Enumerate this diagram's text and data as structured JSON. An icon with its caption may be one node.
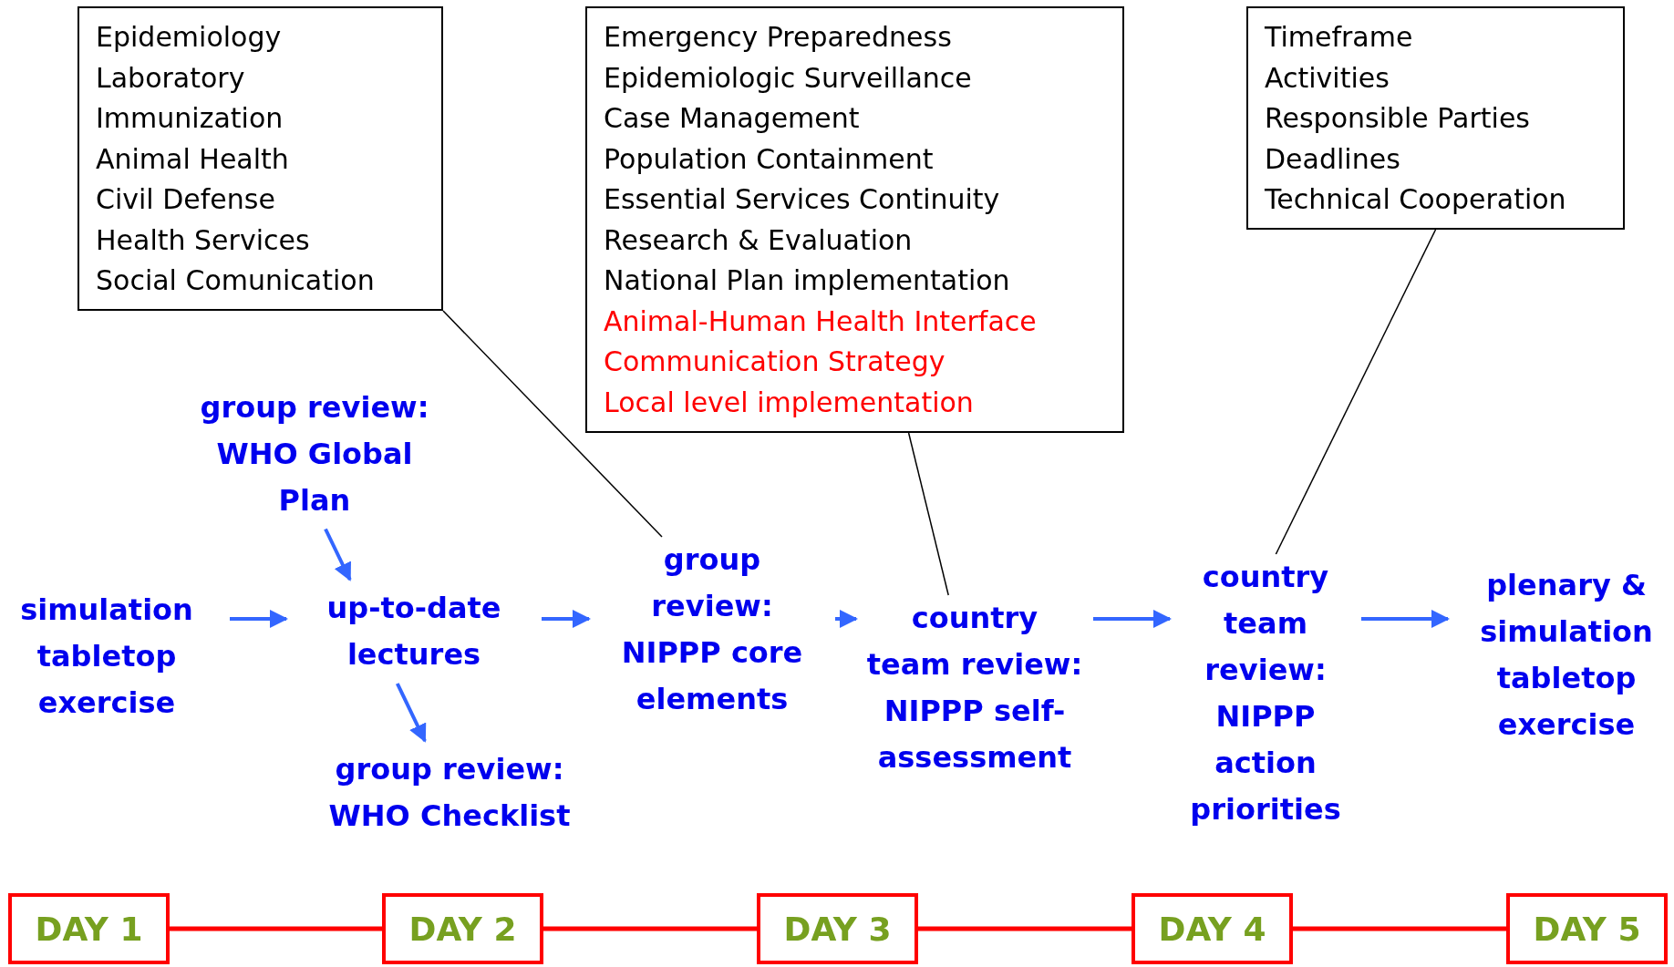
{
  "diagram": {
    "nodes": [
      {
        "text": [
          "Epidemiology",
          "Laboratory",
          "Immunization",
          "Animal Health",
          "Civil Defense",
          "Health Services",
          "Social Comunication"
        ]
      },
      {
        "text": [
          "Emergency Preparedness",
          "Epidemiologic Surveillance",
          "Case Management",
          "Population Containment",
          "Essential Services Continuity",
          "Research & Evaluation",
          "National Plan implementation",
          "Animal-Human Health Interface",
          "Communication Strategy",
          "Local level implementation"
        ]
      },
      {
        "text": [
          "Timeframe",
          "Activities",
          "Responsible Parties",
          "Deadlines",
          "Technical Cooperation"
        ]
      },
      {
        "text": [
          "simulation tabletop exercise"
        ]
      },
      {
        "text": [
          "group review: WHO Global Plan"
        ]
      },
      {
        "text": [
          "up-to-date lectures"
        ]
      },
      {
        "text": [
          "group review: WHO Checklist"
        ]
      },
      {
        "text": [
          "group review: NIPPP core elements"
        ]
      },
      {
        "text": [
          "country team review: NIPPP self-assessment"
        ]
      },
      {
        "text": [
          "country team review: NIPPP action priorities"
        ]
      },
      {
        "text": [
          "plenary & simulation tabletop exercise"
        ]
      },
      {
        "text": [
          "DAY 1"
        ]
      },
      {
        "text": [
          "DAY 2"
        ]
      },
      {
        "text": [
          "DAY 3"
        ]
      },
      {
        "text": [
          "DAY 4"
        ]
      },
      {
        "text": [
          "DAY 5"
        ]
      }
    ],
    "edges": [
      {
        "from": 3,
        "to": 5,
        "arrow": "to"
      },
      {
        "from": 4,
        "to": 5,
        "arrow": "to"
      },
      {
        "from": 5,
        "to": 6,
        "arrow": "to"
      },
      {
        "from": 5,
        "to": 7,
        "arrow": "to"
      },
      {
        "from": 7,
        "to": 8,
        "arrow": "to"
      },
      {
        "from": 8,
        "to": 9,
        "arrow": "to"
      },
      {
        "from": 9,
        "to": 10,
        "arrow": "to"
      },
      {
        "from": 0,
        "to": 7,
        "arrow": "none",
        "color": "#000000"
      },
      {
        "from": 1,
        "to": 8,
        "arrow": "none",
        "color": "#000000"
      },
      {
        "from": 2,
        "to": 9,
        "arrow": "none",
        "color": "#000000"
      },
      {
        "from": 11,
        "to": 12,
        "arrow": "none",
        "color": "#ff0000"
      },
      {
        "from": 12,
        "to": 13,
        "arrow": "none",
        "color": "#ff0000"
      },
      {
        "from": 13,
        "to": 14,
        "arrow": "none",
        "color": "#ff0000"
      },
      {
        "from": 14,
        "to": 15,
        "arrow": "none",
        "color": "#ff0000"
      }
    ]
  }
}
